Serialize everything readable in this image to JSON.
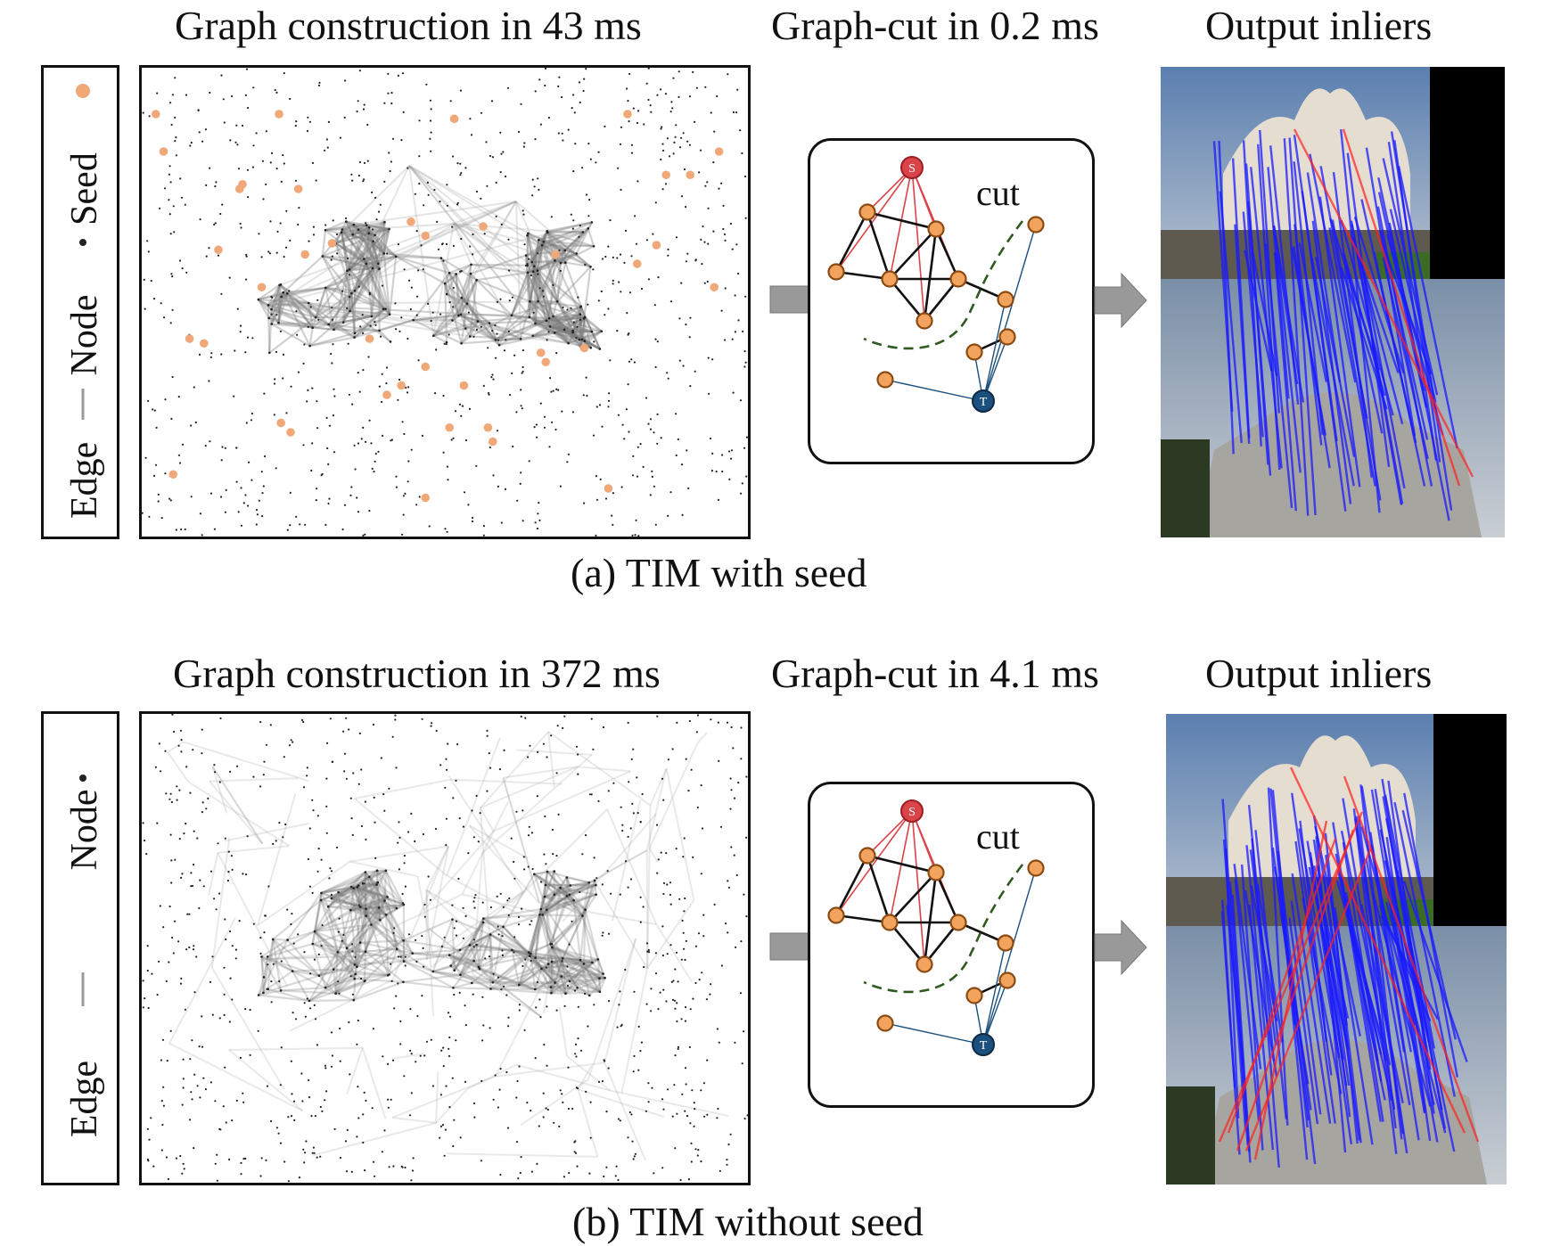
{
  "rows": [
    {
      "id": "a",
      "graph_title": "Graph construction in 43 ms",
      "cut_title": "Graph-cut in 0.2 ms",
      "output_title": "Output inliers",
      "caption": "(a) TIM with seed",
      "legend": [
        "Edge",
        "Node",
        "Seed"
      ],
      "cut_label": "cut",
      "source_label": "S",
      "sink_label": "T"
    },
    {
      "id": "b",
      "graph_title": "Graph construction in 372 ms",
      "cut_title": "Graph-cut in 4.1 ms",
      "output_title": "Output inliers",
      "caption": "(b) TIM without seed",
      "legend": [
        "Edge",
        "Node"
      ],
      "cut_label": "cut",
      "source_label": "S",
      "sink_label": "T"
    }
  ],
  "colors": {
    "seed": "#f0a878",
    "node": "#222222",
    "edge": "#8a8a8a",
    "source": "#d9434a",
    "sink": "#1b4f7c",
    "graph_node": "#f2a35e",
    "graph_node_stroke": "#8a4a12",
    "source_edge": "#d9434a",
    "sink_edge": "#1b4f7c",
    "cut_line": "#2e5a1f",
    "inlier": "#1a1aff",
    "outlier": "#ff2020",
    "arrow": "#999999"
  }
}
